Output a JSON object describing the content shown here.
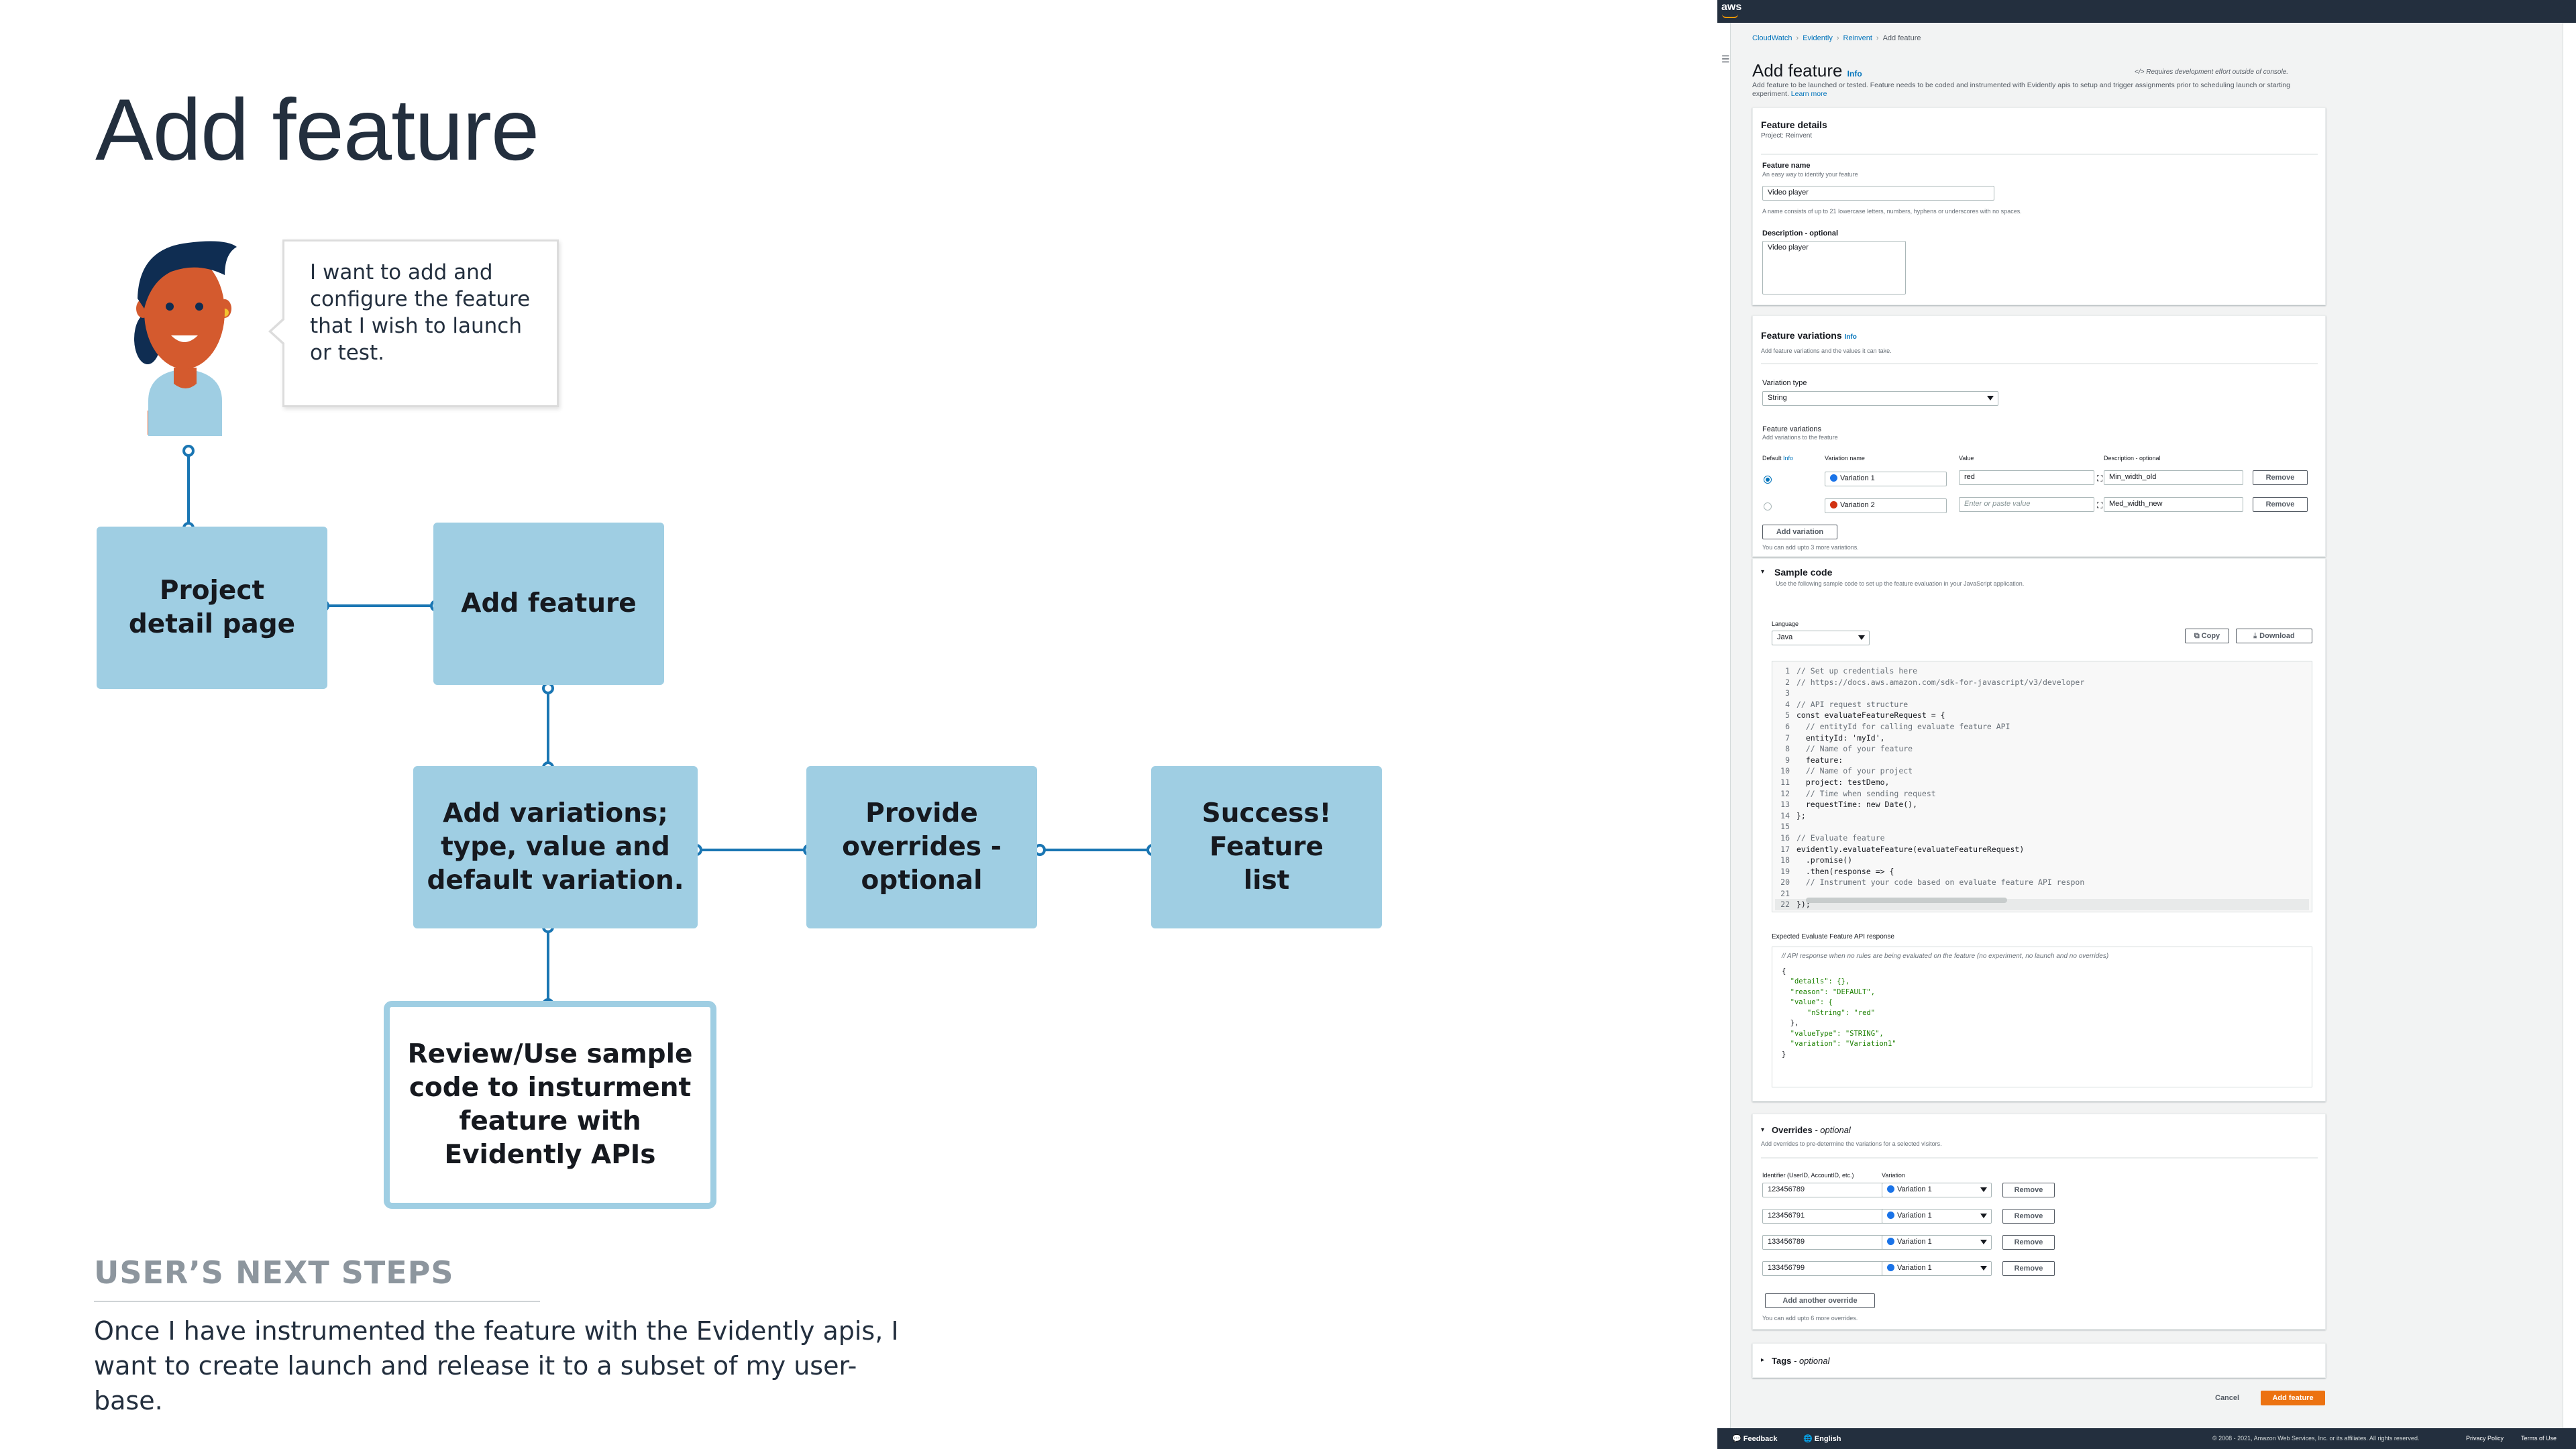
{
  "slide": {
    "title": "Add feature",
    "bubble_text": "I want to add and configure the feature that I wish to launch or test.",
    "nodes": {
      "project_detail": "Project detail page",
      "add_feature": "Add feature",
      "add_variations": "Add variations; type, value and default variation.",
      "overrides": "Provide overrides - optional",
      "success": "Success! Feature list",
      "sample_code": "Review/Use sample code to insturment feature with  Evidently APIs"
    },
    "next_steps_title": "USER’S NEXT STEPS",
    "next_steps_body": "Once I have instrumented the feature with the Evidently apis, I want to create launch and release it to a subset of my user-base.",
    "colors": {
      "node": "#9fcee3",
      "line": "#1a76b3",
      "title": "#232f3e"
    }
  },
  "console": {
    "logo": "aws",
    "breadcrumb": [
      "CloudWatch",
      "Evidently",
      "Reinvent",
      "Add feature"
    ],
    "page_title": "Add feature",
    "info": "Info",
    "dev_note": "</> Requires development effort outside of console.",
    "intro": "Add feature to be launched or tested. Feature needs to be coded and instrumented with Evidently apis to setup and trigger assignments prior to scheduling launch or starting experiment.",
    "learn_more": "Learn more",
    "details": {
      "header": "Feature details",
      "project": "Project: Reinvent",
      "name_label": "Feature name",
      "name_hint": "An easy way to identify your feature",
      "name_value": "Video player",
      "name_constraint": "A name consists of up to 21 lowercase letters, numbers, hyphens or underscores with no spaces.",
      "desc_label": "Description - optional",
      "desc_value": "Video player"
    },
    "variations": {
      "header": "Feature variations",
      "hint": "Add feature variations and the values it can take.",
      "type_label": "Variation type",
      "type_value": "String",
      "list_label": "Feature variations",
      "list_hint": "Add variations to the feature",
      "col_default": "Default",
      "col_name": "Variation name",
      "col_value": "Value",
      "col_desc": "Description - optional",
      "rows": [
        {
          "name": "Variation 1",
          "value": "red",
          "value_placeholder": "",
          "desc": "Min_width_old",
          "color": "#1a73e8",
          "default": true
        },
        {
          "name": "Variation 2",
          "value": "",
          "value_placeholder": "Enter or paste value",
          "desc": "Med_width_new",
          "color": "#d13212",
          "default": false
        }
      ],
      "remove": "Remove",
      "add_button": "Add variation",
      "limit": "You can add upto 3 more variations."
    },
    "sample": {
      "header": "Sample code",
      "hint": "Use the following sample code to set up the feature evaluation in your JavaScript application.",
      "language_label": "Language",
      "language_value": "Java",
      "copy": "Copy",
      "download": "Download",
      "code_lines": [
        "// Set up credentials here",
        "// https://docs.aws.amazon.com/sdk-for-javascript/v3/developer",
        "",
        "// API request structure",
        "const evaluateFeatureRequest = {",
        "  // entityId for calling evaluate feature API",
        "  entityId: 'myId',",
        "  // Name of your feature",
        "  feature: ",
        "  // Name of your project",
        "  project: testDemo,",
        "  // Time when sending request",
        "  requestTime: new Date(),",
        "};",
        "",
        "// Evaluate feature",
        "evidently.evaluateFeature(evaluateFeatureRequest)",
        "  .promise()",
        "  .then(response => {",
        "  // Instrument your code based on evaluate feature API respon",
        "",
        "});"
      ],
      "response_label": "Expected Evaluate Feature API response",
      "response_comment": "// API response when no rules are being evaluated on the feature (no experiment, no launch and no overrides)",
      "response_lines": [
        "{",
        "  \"details\": {},",
        "  \"reason\": \"DEFAULT\",",
        "  \"value\": {",
        "      \"nString\": \"red\"",
        "  },",
        "  \"valueType\": \"STRING\",",
        "  \"variation\": \"Variation1\"",
        "}"
      ]
    },
    "overrides": {
      "header": "Overrides",
      "header_optional": "- optional",
      "hint": "Add overrides to pre-determine the variations for a selected visitors.",
      "col_id": "Identifier (UserID, AccountID, etc.)",
      "col_var": "Variation",
      "rows": [
        {
          "id": "123456789",
          "variation": "Variation 1"
        },
        {
          "id": "123456791",
          "variation": "Variation 1"
        },
        {
          "id": "133456789",
          "variation": "Variation 1"
        },
        {
          "id": "133456799",
          "variation": "Variation 1"
        }
      ],
      "add_button": "Add another override",
      "limit": "You can add upto 6 more overrides."
    },
    "tags": {
      "header": "Tags",
      "optional": "- optional"
    },
    "cancel": "Cancel",
    "submit": "Add feature",
    "footer": {
      "feedback": "Feedback",
      "language": "English",
      "copyright": "© 2008 - 2021, Amazon Web Services, Inc. or its affiliates. All rights reserved.",
      "privacy": "Privacy Policy",
      "terms": "Terms of Use"
    }
  }
}
